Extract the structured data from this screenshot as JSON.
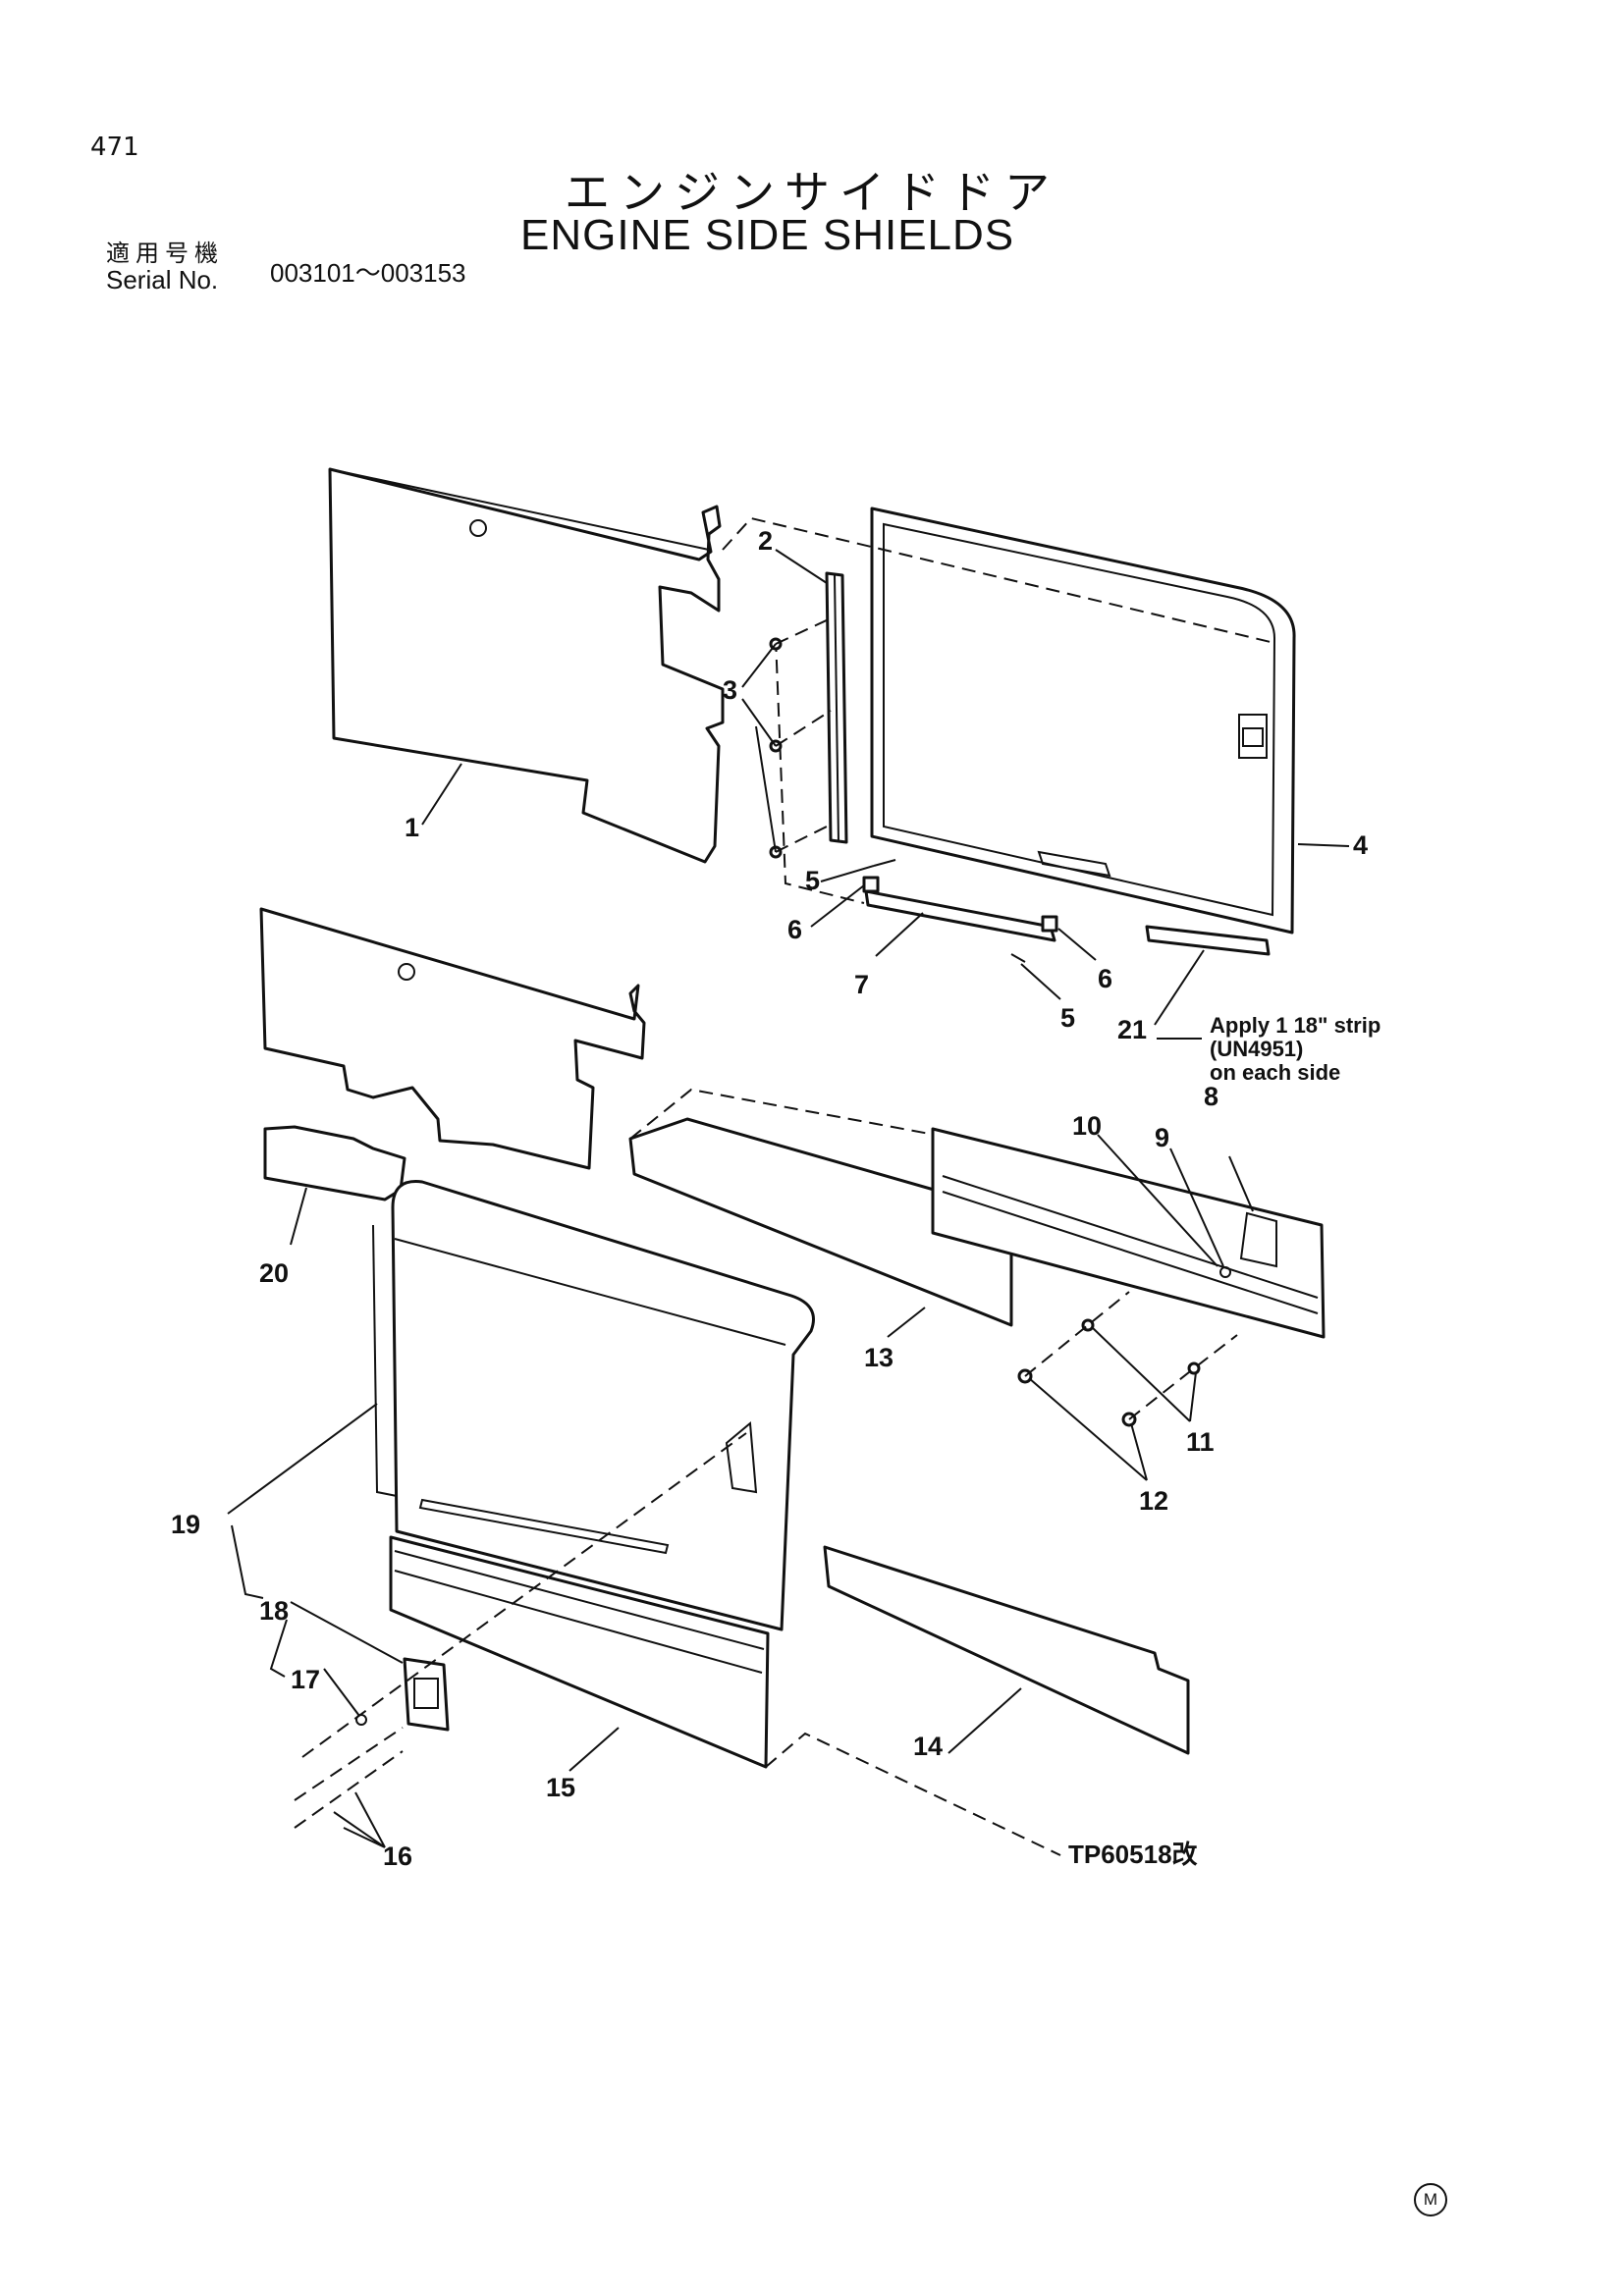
{
  "header": {
    "page_number": "471",
    "title_jp": "エンジンサイドドア",
    "title_en": "ENGINE SIDE SHIELDS",
    "serial_label_jp": "適用号機",
    "serial_label_en": "Serial No.",
    "serial_range": "003101～003153"
  },
  "diagram": {
    "labels": {
      "p1": "1",
      "p2": "2",
      "p3": "3",
      "p4": "4",
      "p5a": "5",
      "p5b": "5",
      "p6a": "6",
      "p6b": "6",
      "p7": "7",
      "p8": "8",
      "p9": "9",
      "p10": "10",
      "p11": "11",
      "p12": "12",
      "p13": "13",
      "p14": "14",
      "p15": "15",
      "p16": "16",
      "p17": "17",
      "p18": "18",
      "p19": "19",
      "p20": "20",
      "p21": "21"
    },
    "note_lines": [
      "Apply 1 18\" strip",
      "(UN4951)",
      "on each side"
    ],
    "drawing_number": "TP60518改"
  },
  "footer": {
    "mark": "M"
  }
}
